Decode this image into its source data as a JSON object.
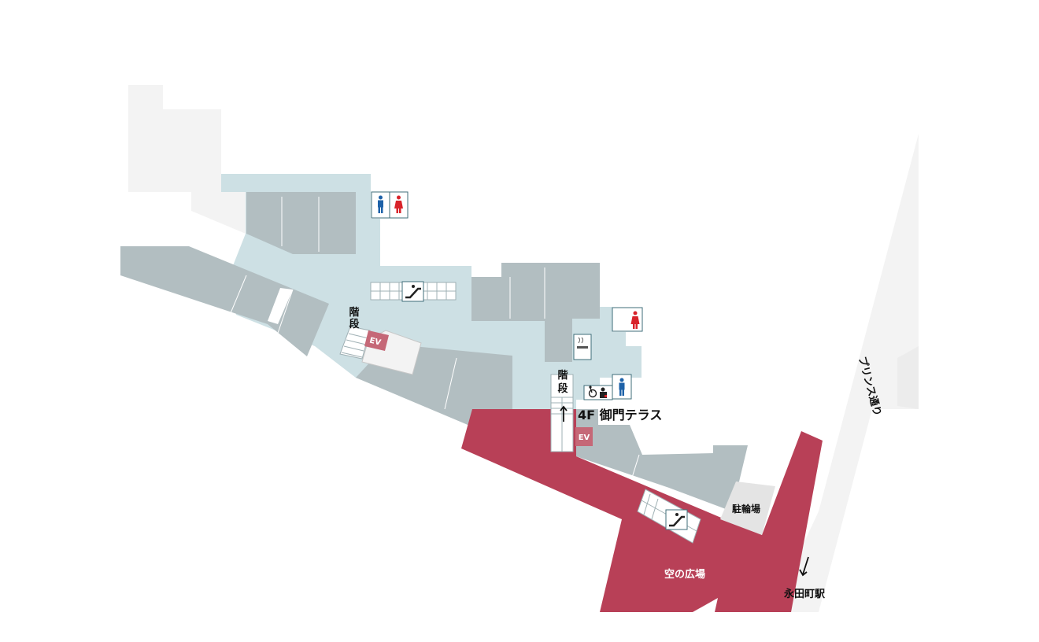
{
  "labels": {
    "stairs_left_1": "階",
    "stairs_left_2": "段",
    "stairs_center_1": "階",
    "stairs_center_2": "段",
    "ev_left": "EV",
    "ev_center": "EV",
    "floor_name": "4F 御門テラス",
    "bicycle_parking": "駐輪場",
    "sky_plaza": "空の広場",
    "street": "プリンス通り",
    "station": "永田町駅"
  },
  "colors": {
    "background": "#ffffff",
    "outside_area": "#f3f3f3",
    "concourse": "#cde0e4",
    "shops": "#b2bec1",
    "plaza": "#b84057",
    "ev_badge": "#c56877",
    "parking": "#e4e4e4",
    "male_icon": "#1e62a8",
    "female_icon": "#d8232a"
  },
  "icons": [
    "male-restroom-icon",
    "female-restroom-icon",
    "escalator-icon",
    "smoking-area-icon",
    "accessible-restroom-icon",
    "ostomate-icon",
    "direction-arrow-icon"
  ]
}
